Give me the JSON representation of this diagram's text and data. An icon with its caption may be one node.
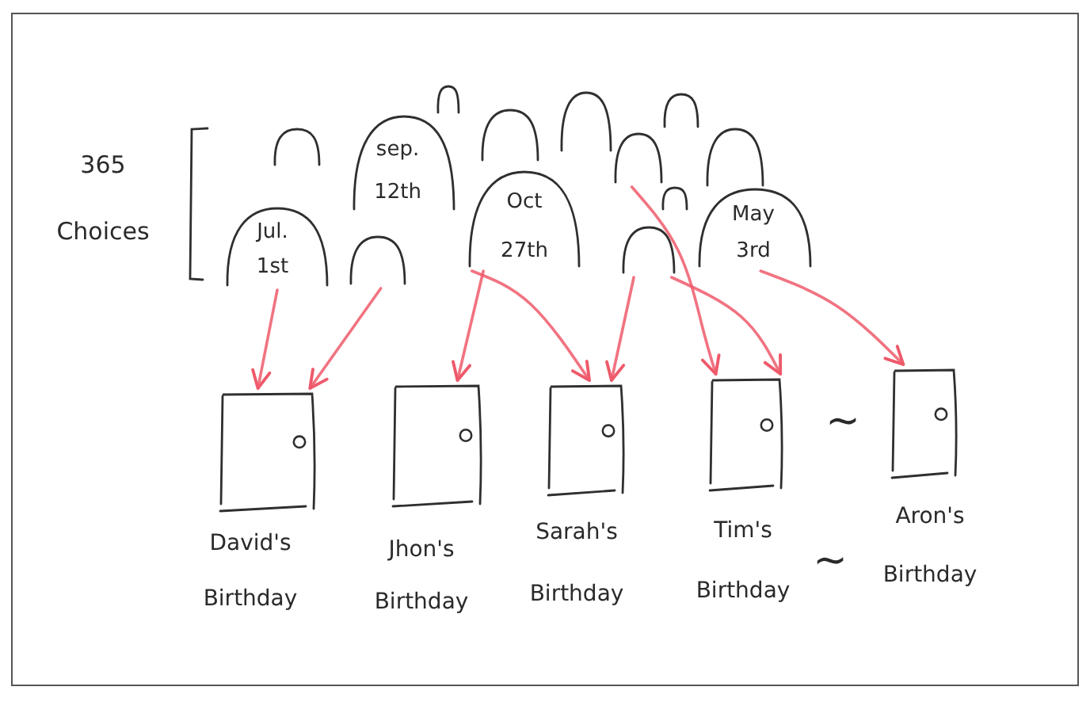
{
  "diagram": {
    "nodes": [
      {
        "text": [],
        "shape": "arch"
      },
      {
        "text": [
          "sep. 12th"
        ]
      },
      {
        "text": [],
        "shape": "arch"
      },
      {
        "text": [],
        "shape": "arch"
      },
      {
        "text": [],
        "shape": "arch"
      },
      {
        "text": [],
        "shape": "arch"
      },
      {
        "text": [],
        "shape": "arch"
      },
      {
        "text": [],
        "shape": "arch"
      },
      {
        "text": [
          "Jul. 1st"
        ]
      },
      {
        "text": [],
        "shape": "arch"
      },
      {
        "text": [
          "Oct 27th"
        ]
      },
      {
        "text": [],
        "shape": "arch"
      },
      {
        "text": [],
        "shape": "arch"
      },
      {
        "text": [
          "May 3rd"
        ]
      },
      {
        "text": [
          "David's Birthday"
        ]
      },
      {
        "text": [
          "Jhon's Birthday"
        ]
      },
      {
        "text": [
          "Sarah's Birthday"
        ]
      },
      {
        "text": [
          "Tim's Birthday"
        ]
      },
      {
        "text": [
          "Aron's Birthday"
        ]
      }
    ],
    "edges": [
      {
        "from": 8,
        "to": 14,
        "arrow": "to"
      },
      {
        "from": 9,
        "to": 14,
        "arrow": "to"
      },
      {
        "from": 10,
        "to": 15,
        "arrow": "to"
      },
      {
        "from": 10,
        "to": 16,
        "arrow": "to"
      },
      {
        "from": 11,
        "to": 16,
        "arrow": "to"
      },
      {
        "from": 5,
        "to": 17,
        "arrow": "to"
      },
      {
        "from": 11,
        "to": 17,
        "arrow": "to"
      },
      {
        "from": 13,
        "to": 18,
        "arrow": "to"
      }
    ],
    "labels": [
      "365 Choices",
      "~",
      "~"
    ]
  }
}
